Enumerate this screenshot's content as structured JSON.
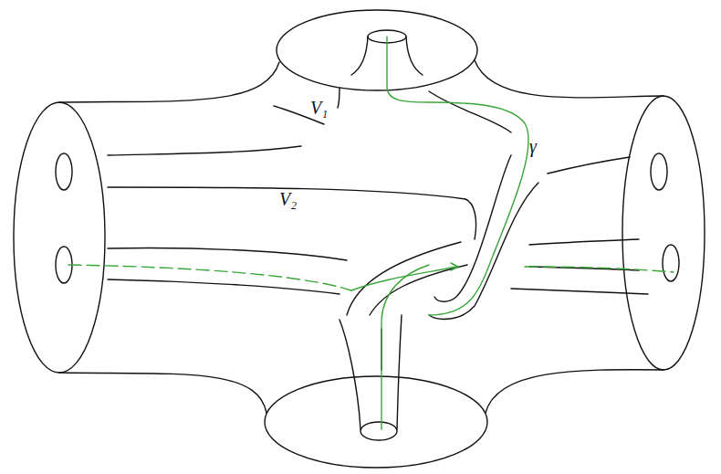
{
  "diagram": {
    "labels": [
      "V₁",
      "V₂",
      "γ"
    ]
  }
}
